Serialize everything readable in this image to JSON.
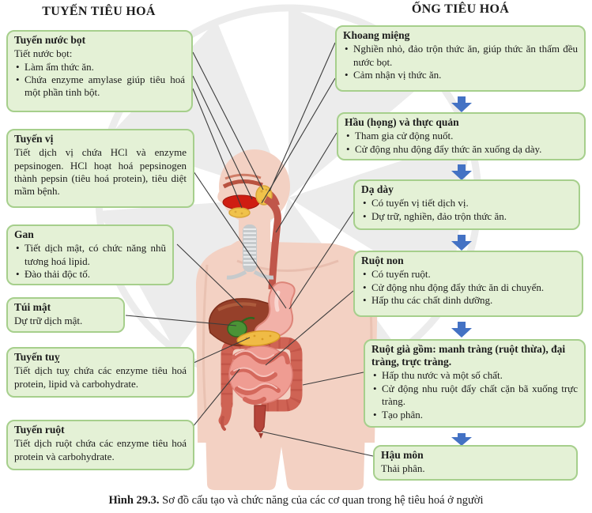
{
  "left_column": {
    "title": "TUYẾN TIÊU HOÁ",
    "boxes": [
      {
        "title": "Tuyến nước bọt",
        "intro": "Tiết nước bọt:",
        "bullets": [
          "Làm ẩm thức ăn.",
          "Chứa enzyme amylase giúp tiêu hoá một phần tinh bột."
        ]
      },
      {
        "title": "Tuyến vị",
        "text": "Tiết dịch vị chứa HCl và enzyme pepsinogen. HCl hoạt hoá pepsinogen thành pepsin (tiêu hoá protein), tiêu diệt mầm bệnh."
      },
      {
        "title": "Gan",
        "bullets": [
          "Tiết dịch mật, có chức năng nhũ tương hoá lipid.",
          "Đào thải độc tố."
        ]
      },
      {
        "title": "Túi mật",
        "text": "Dự trữ dịch mật."
      },
      {
        "title": "Tuyến tuỵ",
        "text": "Tiết dịch tuỵ chứa các enzyme tiêu hoá protein, lipid và carbohydrate."
      },
      {
        "title": "Tuyến ruột",
        "text": "Tiết dịch ruột chứa các enzyme tiêu hoá protein và carbohydrate."
      }
    ]
  },
  "right_column": {
    "title": "ỐNG TIÊU HOÁ",
    "boxes": [
      {
        "title": "Khoang miệng",
        "bullets": [
          "Nghiền nhỏ, đảo trộn thức ăn, giúp thức ăn thấm đều nước bọt.",
          "Cảm nhận vị thức ăn."
        ]
      },
      {
        "title": "Hầu (họng) và thực quản",
        "bullets": [
          "Tham gia cử động nuốt.",
          "Cử động nhu động đẩy thức ăn xuống dạ dày."
        ]
      },
      {
        "title": "Dạ dày",
        "bullets": [
          "Có tuyến vị tiết dịch vị.",
          "Dự trữ, nghiền, đảo trộn thức ăn."
        ]
      },
      {
        "title": "Ruột non",
        "bullets": [
          "Có tuyến ruột.",
          "Cử động nhu động đẩy thức ăn di chuyển.",
          "Hấp thu các chất dinh dưỡng."
        ]
      },
      {
        "title": "Ruột già gồm: manh tràng (ruột thừa), đại tràng, trực tràng.",
        "bullets": [
          "Hấp thu nước và một số chất.",
          "Cử động nhu ruột đẩy chất cặn bã xuống trực tràng.",
          "Tạo phân."
        ]
      },
      {
        "title": "Hậu môn",
        "text": "Thải phân."
      }
    ]
  },
  "caption": {
    "label": "Hình 29.3.",
    "text": " Sơ đồ cấu tạo và chức năng của các cơ quan trong hệ tiêu hoá ở người"
  },
  "colors": {
    "box_bg": "#e4f1d6",
    "box_border": "#a6cf8c",
    "arrow": "#4472c4",
    "connector": "#3c3c3c",
    "text": "#1c1c1c",
    "skin": "#f3d1c3",
    "skin_shade": "#e3b7a6",
    "liver": "#96402a",
    "liver_dark": "#7c2e1b",
    "stomach": "#f2b1a8",
    "stomach_outline": "#dd8579",
    "gallbladder": "#4b9336",
    "pancreas": "#f0bb45",
    "small_intestine": "#ef9c92",
    "intestine_outline": "#d4685c",
    "large_intestine": "#cf6354",
    "large_intestine_dark": "#b94d40",
    "trachea": "#c6cacc",
    "esophagus": "#c0564a",
    "tongue": "#cf1d12",
    "gland": "#f0c24a",
    "watermark": "#eaeaea"
  }
}
